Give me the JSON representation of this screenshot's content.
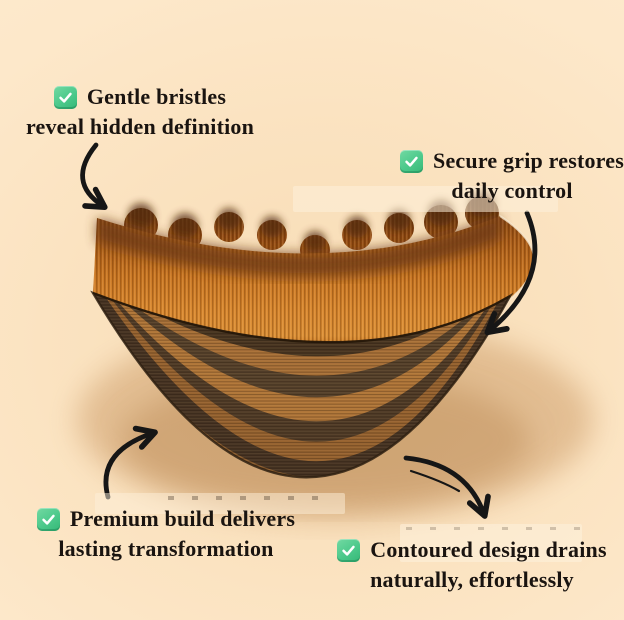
{
  "meta": {
    "description": "Product infographic of a crescent-shaped wooden curve brush with orange bristle tufts, annotated with four benefit callouts and hand-drawn arrows"
  },
  "palette": {
    "background": "#fbe3c1",
    "text": "#1a1410",
    "check_green": "#4cc98b",
    "arrow_black": "#161616",
    "bristle_orange": "#c8741f",
    "wood_dark": "#54402a",
    "wood_light": "#b07638"
  },
  "icons": {
    "check": "green-checkmark-icon"
  },
  "callouts": {
    "bristles": {
      "line1": "Gentle bristles",
      "line2": "reveal hidden definition"
    },
    "grip": {
      "line1": "Secure grip restores",
      "line2": "daily control"
    },
    "build": {
      "line1": "Premium build delivers",
      "line2": "lasting transformation"
    },
    "drain": {
      "line1": "Contoured design drains",
      "line2": "naturally, effortlessly"
    }
  }
}
